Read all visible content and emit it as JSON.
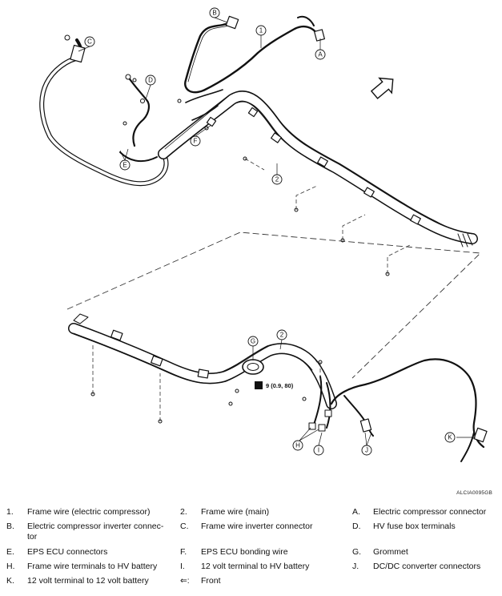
{
  "diagram": {
    "callouts": [
      "1",
      "2",
      "2",
      "A",
      "B",
      "C",
      "D",
      "E",
      "F",
      "G",
      "H",
      "I",
      "J",
      "K"
    ],
    "torque_spec": "9 (0.9, 80)",
    "image_code": "ALCIA0095GB"
  },
  "legend": [
    [
      {
        "key": "1.",
        "text": "Frame wire (electric compressor)"
      },
      {
        "key": "2.",
        "text": "Frame wire (main)"
      },
      {
        "key": "A.",
        "text": "Electric compressor connector"
      }
    ],
    [
      {
        "key": "B.",
        "text": "Electric compressor inverter connec-\ntor"
      },
      {
        "key": "C.",
        "text": "Frame wire inverter connector"
      },
      {
        "key": "D.",
        "text": "HV fuse box terminals"
      }
    ],
    [
      {
        "key": "E.",
        "text": "EPS ECU connectors"
      },
      {
        "key": "F.",
        "text": "EPS ECU bonding wire"
      },
      {
        "key": "G.",
        "text": "Grommet"
      }
    ],
    [
      {
        "key": "H.",
        "text": "Frame wire terminals to HV battery"
      },
      {
        "key": "I.",
        "text": "12 volt terminal to HV battery"
      },
      {
        "key": "J.",
        "text": "DC/DC converter connectors"
      }
    ],
    [
      {
        "key": "K.",
        "text": "12 volt terminal to 12 volt battery"
      },
      {
        "key": "⇐:",
        "text": "Front"
      },
      {
        "key": "",
        "text": ""
      }
    ]
  ]
}
